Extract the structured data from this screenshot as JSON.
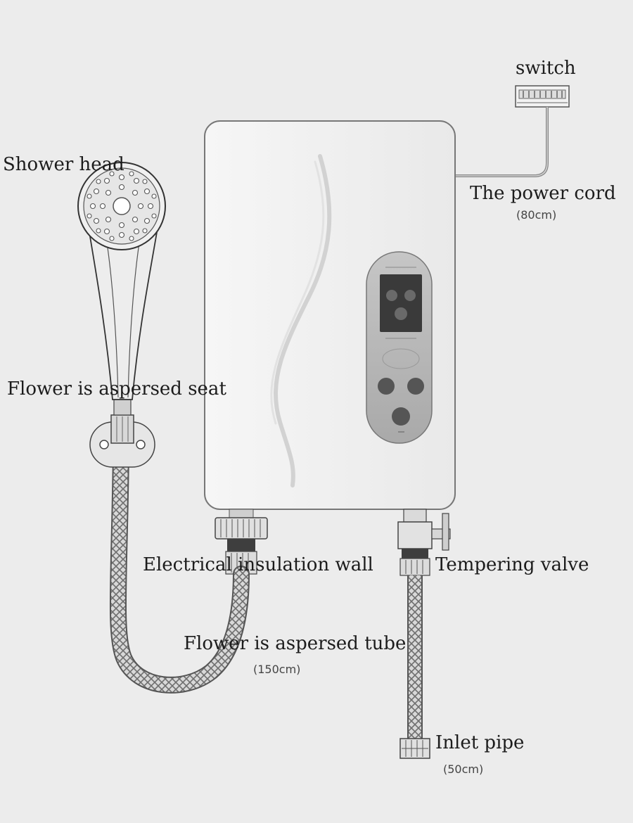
{
  "labels": {
    "switch": "switch",
    "shower_head": "Shower head",
    "power_cord": "The power cord",
    "power_cord_len": "(80cm)",
    "seat": "Flower is aspersed seat",
    "insulation_wall": "Electrical insulation wall",
    "tempering_valve": "Tempering valve",
    "tube": "Flower is aspersed tube",
    "tube_len": "(150cm)",
    "inlet_pipe": "Inlet pipe",
    "inlet_len": "(50cm)"
  },
  "icons": [
    "switch-icon",
    "shower-head-icon",
    "heater-unit-icon",
    "control-panel-icon",
    "valve-icon",
    "hose-icon"
  ]
}
